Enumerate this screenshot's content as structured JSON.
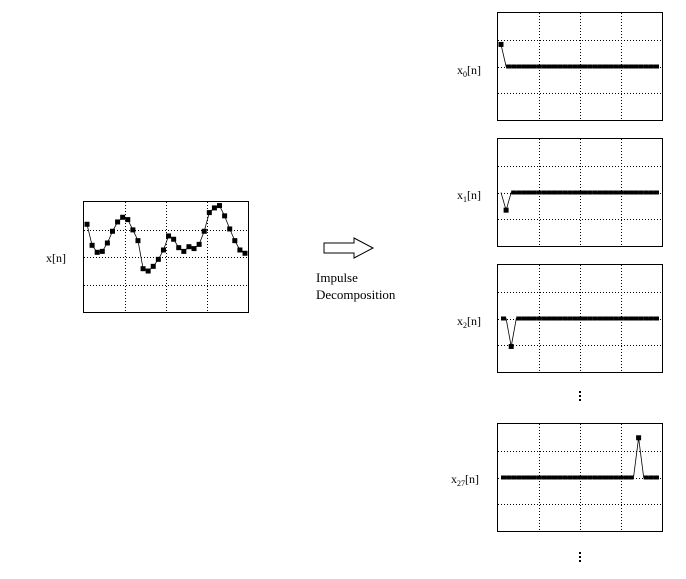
{
  "input": {
    "label_main": "x[n]",
    "values": [
      0.7,
      0.25,
      0.1,
      0.12,
      0.3,
      0.55,
      0.75,
      0.85,
      0.8,
      0.58,
      0.35,
      -0.25,
      -0.3,
      -0.2,
      -0.05,
      0.15,
      0.45,
      0.38,
      0.2,
      0.12,
      0.22,
      0.18,
      0.27,
      0.55,
      0.95,
      1.05,
      1.1,
      0.88,
      0.6,
      0.35,
      0.15,
      0.08
    ]
  },
  "arrow": {
    "icon": "right-arrow-icon"
  },
  "caption": {
    "line1": "Impulse",
    "line2": "Decomposition"
  },
  "components": [
    {
      "label_main": "x",
      "label_sub": "0",
      "label_tail": "[n]",
      "index": 0,
      "value": 0.75
    },
    {
      "label_main": "x",
      "label_sub": "1",
      "label_tail": "[n]",
      "index": 1,
      "value": -0.6
    },
    {
      "label_main": "x",
      "label_sub": "2",
      "label_tail": "[n]",
      "index": 2,
      "value": -0.95
    },
    {
      "label_main": "x",
      "label_sub": "27",
      "label_tail": "[n]",
      "index": 27,
      "value": 1.35
    }
  ],
  "ellipsis": {
    "icon": "vertical-ellipsis-icon"
  }
}
